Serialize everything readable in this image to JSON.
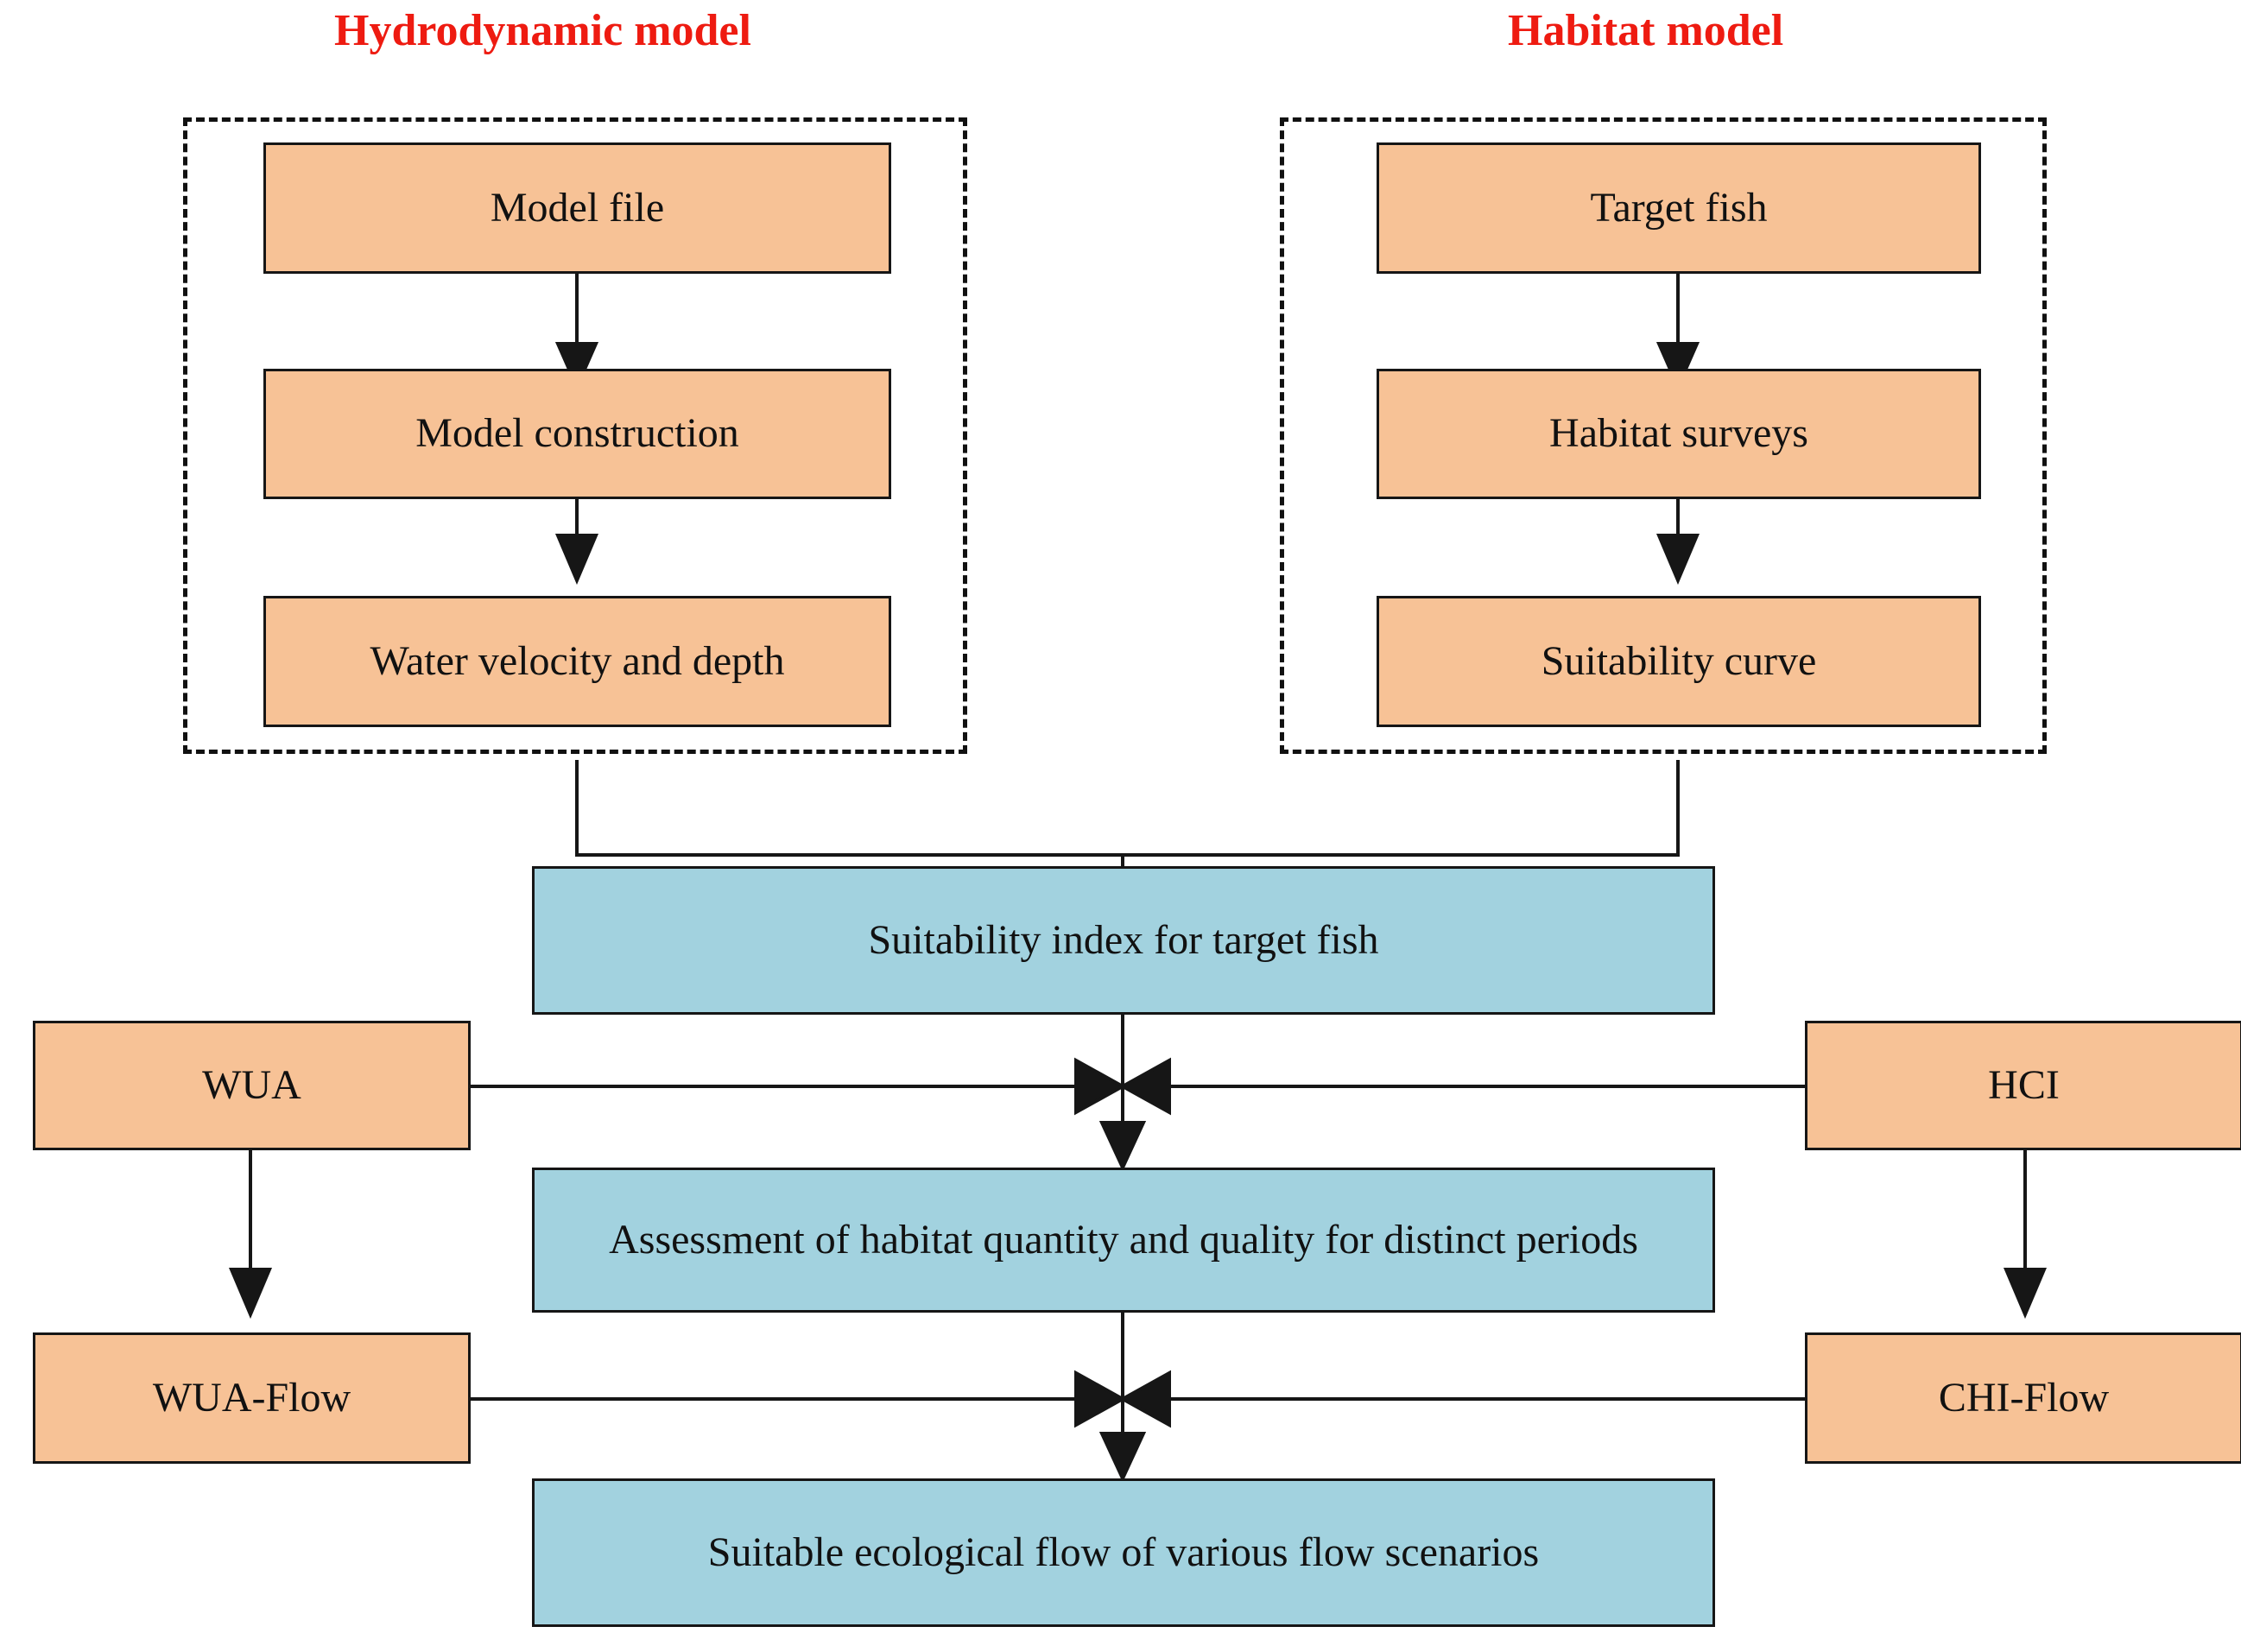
{
  "diagram": {
    "type": "flowchart",
    "background": "#ffffff",
    "palette": {
      "title_red": "#ee1b11",
      "node_orange": "#F7C296",
      "node_blue": "#A2D2DF",
      "stroke_black": "#161616"
    },
    "titles": [
      {
        "id": "hydrodynamic",
        "text": "Hydrodynamic model"
      },
      {
        "id": "habitat",
        "text": "Habitat model"
      }
    ],
    "groups": [
      {
        "id": "hydrodynamic-group",
        "title_ref": "hydrodynamic"
      },
      {
        "id": "habitat-group",
        "title_ref": "habitat"
      }
    ],
    "nodes": [
      {
        "id": "model-file",
        "label": "Model file",
        "color": "orange",
        "group": "hydrodynamic-group"
      },
      {
        "id": "model-construction",
        "label": "Model construction",
        "color": "orange",
        "group": "hydrodynamic-group"
      },
      {
        "id": "water-velocity-depth",
        "label": "Water velocity and depth",
        "color": "orange",
        "group": "hydrodynamic-group"
      },
      {
        "id": "target-fish",
        "label": "Target fish",
        "color": "orange",
        "group": "habitat-group"
      },
      {
        "id": "habitat-surveys",
        "label": "Habitat surveys",
        "color": "orange",
        "group": "habitat-group"
      },
      {
        "id": "suitability-curve",
        "label": "Suitability curve",
        "color": "orange",
        "group": "habitat-group"
      },
      {
        "id": "suitability-index",
        "label": "Suitability index for target fish",
        "color": "blue",
        "group": null
      },
      {
        "id": "wua",
        "label": "WUA",
        "color": "orange",
        "group": null
      },
      {
        "id": "hci",
        "label": "HCI",
        "color": "orange",
        "group": null
      },
      {
        "id": "assessment",
        "label": "Assessment of habitat quantity and quality for distinct periods",
        "color": "blue",
        "group": null
      },
      {
        "id": "wua-flow",
        "label": "WUA-Flow",
        "color": "orange",
        "group": null
      },
      {
        "id": "chi-flow",
        "label": "CHI-Flow",
        "color": "orange",
        "group": null
      },
      {
        "id": "suitable-eco-flow",
        "label": "Suitable ecological flow of various flow scenarios",
        "color": "blue",
        "group": null
      }
    ],
    "edges": [
      {
        "from": "model-file",
        "to": "model-construction",
        "style": "arrow-down"
      },
      {
        "from": "model-construction",
        "to": "water-velocity-depth",
        "style": "arrow-down"
      },
      {
        "from": "target-fish",
        "to": "habitat-surveys",
        "style": "arrow-down"
      },
      {
        "from": "habitat-surveys",
        "to": "suitability-curve",
        "style": "arrow-down"
      },
      {
        "from": "hydrodynamic-group",
        "to": "suitability-index",
        "style": "merge-arrow-down"
      },
      {
        "from": "habitat-group",
        "to": "suitability-index",
        "style": "merge-arrow-down"
      },
      {
        "from": "suitability-index",
        "to": "assessment",
        "style": "arrow-down"
      },
      {
        "from": "wua",
        "to": "junction-upper",
        "style": "arrow-right"
      },
      {
        "from": "hci",
        "to": "junction-upper",
        "style": "arrow-left"
      },
      {
        "from": "wua",
        "to": "wua-flow",
        "style": "arrow-down"
      },
      {
        "from": "hci",
        "to": "chi-flow",
        "style": "arrow-down"
      },
      {
        "from": "assessment",
        "to": "suitable-eco-flow",
        "style": "arrow-down"
      },
      {
        "from": "wua-flow",
        "to": "junction-lower",
        "style": "arrow-right"
      },
      {
        "from": "chi-flow",
        "to": "junction-lower",
        "style": "arrow-left"
      }
    ]
  }
}
